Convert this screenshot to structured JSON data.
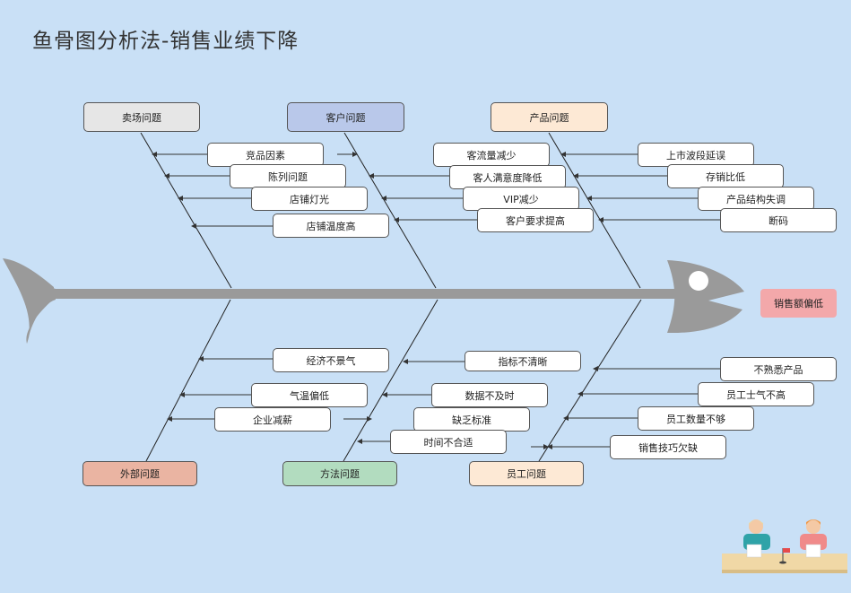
{
  "title": "鱼骨图分析法-销售业绩下降",
  "result": "销售额偏低",
  "categories": {
    "store": "卖场问题",
    "customer": "客户问题",
    "product": "产品问题",
    "external": "外部问题",
    "method": "方法问题",
    "staff": "员工问题"
  },
  "causes": {
    "store": [
      "竞品因素",
      "陈列问题",
      "店铺灯光",
      "店铺温度高"
    ],
    "customer": [
      "客流量减少",
      "客人满意度降低",
      "VIP减少",
      "客户要求提高"
    ],
    "product": [
      "上市波段延误",
      "存销比低",
      "产品结构失调",
      "断码"
    ],
    "external": [
      "经济不景气",
      "气温偏低",
      "企业减薪"
    ],
    "method": [
      "指标不清晰",
      "数据不及时",
      "缺乏标准",
      "时间不合适"
    ],
    "staff": [
      "不熟悉产品",
      "员工士气不高",
      "员工数量不够",
      "销售技巧欠缺"
    ]
  },
  "colors": {
    "background": "#c9e0f6",
    "spine": "#9a9a9a",
    "store": "#e6e6e6",
    "customer": "#b9c8ea",
    "product": "#fde9d5",
    "external": "#eab4a2",
    "method": "#b2dcbf",
    "staff": "#fde9d5",
    "result": "#f3a8aa"
  }
}
